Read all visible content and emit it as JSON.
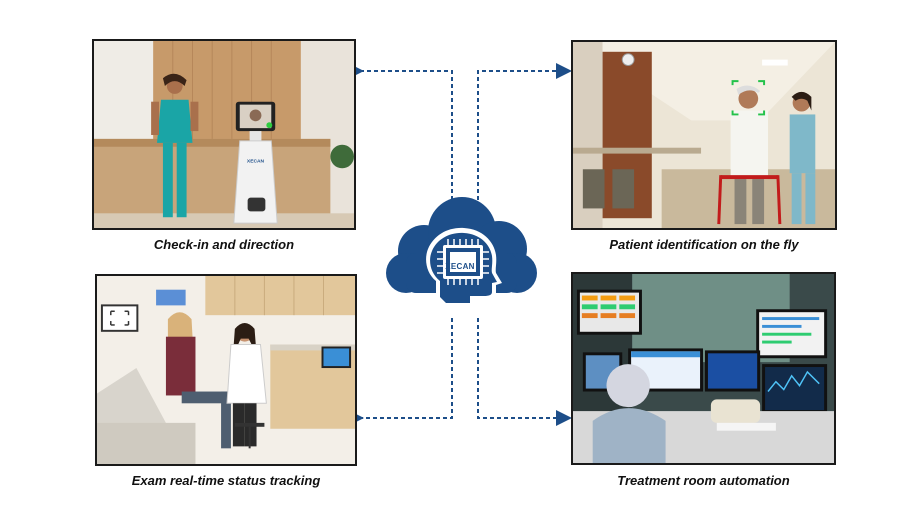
{
  "hub": {
    "label": "XECAN",
    "color": "#1d4e89"
  },
  "panels": [
    {
      "caption": "Check-in and direction"
    },
    {
      "caption": "Patient identification on the fly"
    },
    {
      "caption": "Exam real-time status tracking"
    },
    {
      "caption": "Treatment room automation"
    }
  ],
  "connector": {
    "style": "dashed",
    "color": "#1d4e89"
  }
}
